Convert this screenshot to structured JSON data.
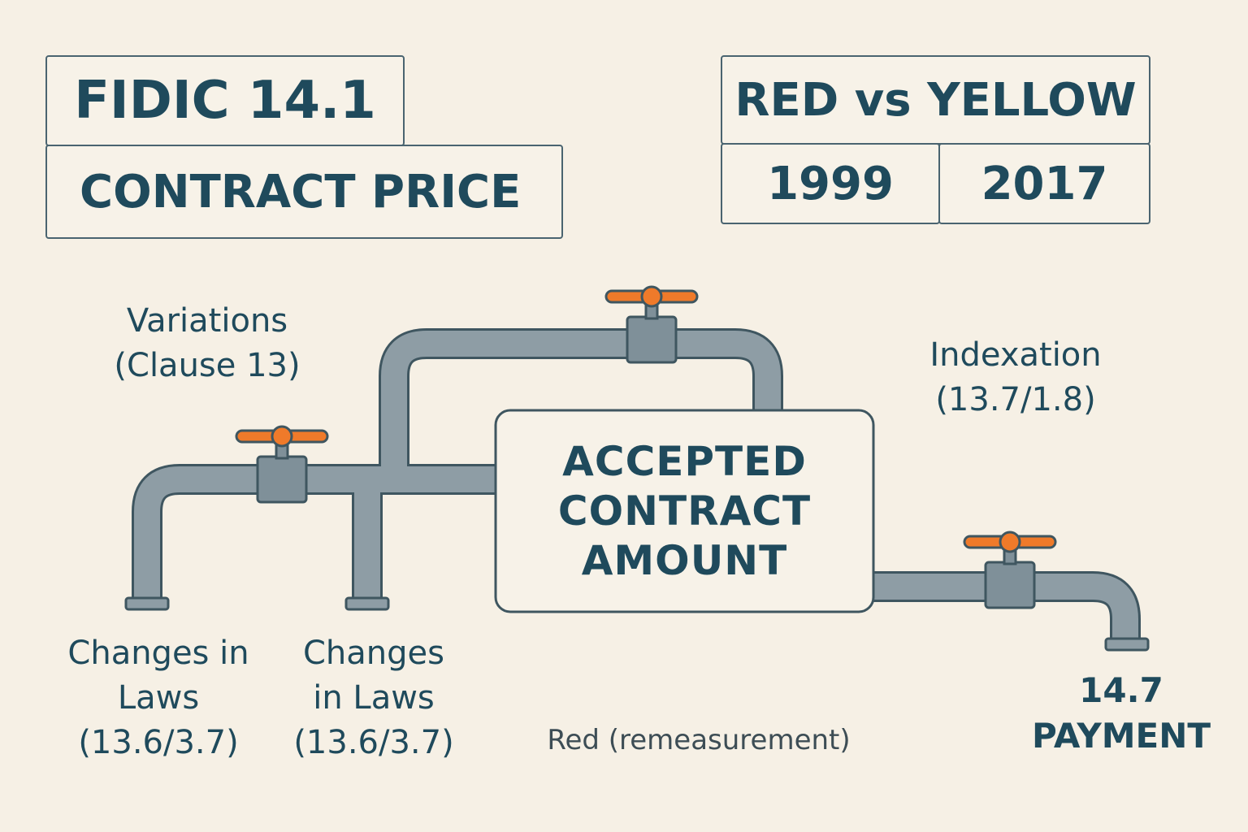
{
  "title": {
    "clause": "FIDIC 14.1",
    "name": "CONTRACT PRICE"
  },
  "comparison": {
    "header": "RED vs YELLOW",
    "years": [
      "1999",
      "2017"
    ]
  },
  "center": {
    "lines": [
      "ACCEPTED",
      "CONTRACT",
      "AMOUNT"
    ]
  },
  "inputs": {
    "variations": [
      "Variations",
      "(Clause 13)"
    ],
    "indexation": [
      "Indexation",
      "(13.7/1.8)"
    ],
    "laws_left": [
      "Changes in",
      "Laws",
      "(13.6/3.7)"
    ],
    "laws_right": [
      "Changes",
      "in Laws",
      "(13.6/3.7)"
    ]
  },
  "output": {
    "lines": [
      "14.7",
      "PAYMENT"
    ]
  },
  "note": "Red (remeasurement)",
  "colors": {
    "background": "#f6f0e5",
    "text": "#1f4a5c",
    "pipe": "#8e9da5",
    "pipe_outline": "#3f5660",
    "valve_body": "#7f9099",
    "valve_handle": "#ef7a2a"
  },
  "icons": [
    "pipe",
    "valve-icon"
  ]
}
